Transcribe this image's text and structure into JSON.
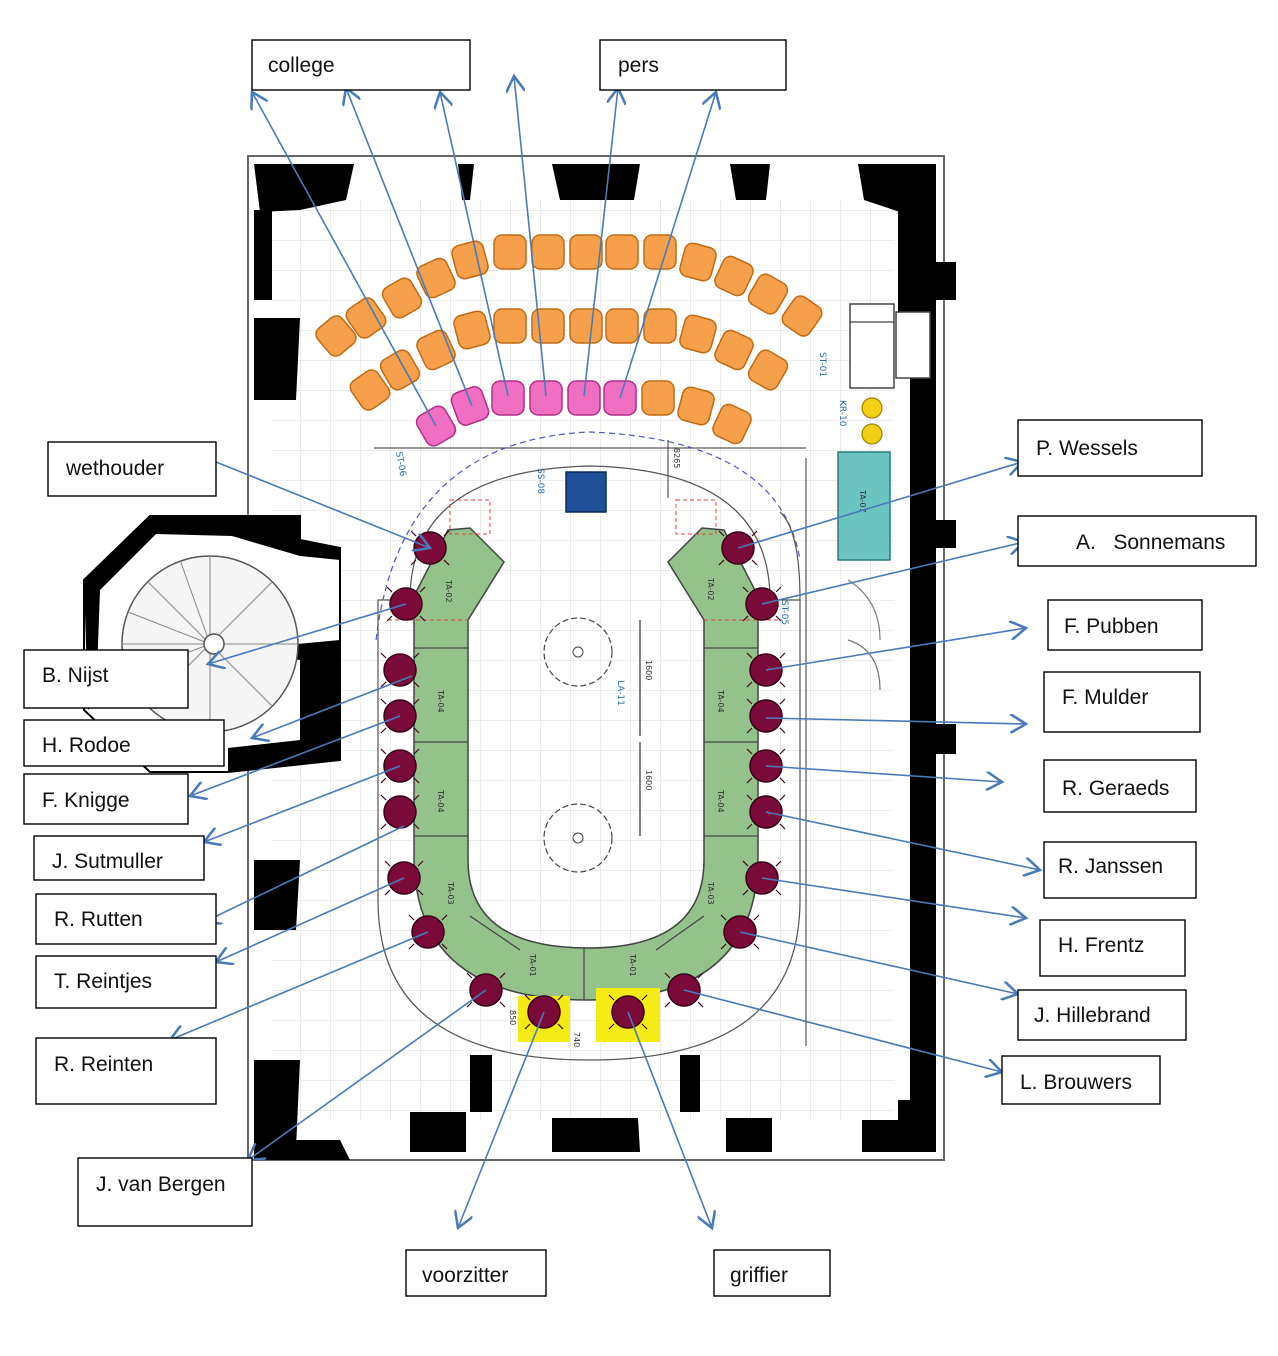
{
  "labels": {
    "college": "college",
    "pers": "pers",
    "wethouder": "wethouder",
    "p_wessels": "P. Wessels",
    "a_sonnemans": "A.   Sonnemans",
    "f_pubben": "F. Pubben",
    "f_mulder": "F. Mulder",
    "r_geraeds": "R. Geraeds",
    "r_janssen": "R. Janssen",
    "h_frentz": "H. Frentz",
    "j_hillebrand": "J. Hillebrand",
    "l_brouwers": "L. Brouwers",
    "b_nijst": "B. Nijst",
    "h_rodoe": "H. Rodoe",
    "f_knigge": "F. Knigge",
    "j_sutmuller": "J. Sutmuller",
    "r_rutten": "R. Rutten",
    "t_reintjes": "T. Reintjes",
    "r_reinten": "R. Reinten",
    "j_van_bergen": "J. van Bergen",
    "voorzitter": "voorzitter",
    "griffier": "griffier"
  },
  "plan_marks": {
    "st_06": "ST-06",
    "st_05": "ST-05",
    "st_01": "ST-01",
    "ss_08": "SS-08",
    "kr_10": "KR-10",
    "la_11": "LA-11",
    "ta_07": "TA-07",
    "ta_02": "TA-02",
    "ta_04": "TA-04",
    "ta_03": "TA-03",
    "ta_01": "TA-01",
    "dim_a": "1600",
    "dim_b": "1600",
    "dim_c": "8265",
    "dim_d": "740",
    "dim_e": "850"
  },
  "colors": {
    "audience_chair": "#f7a04b",
    "college_chair": "#f06fc2",
    "council_seat": "#7a0a38",
    "table": "#93c28a",
    "cabinet": "#6cc4c0",
    "highlight": "#f4ea14",
    "arrow": "#4a7ab8"
  }
}
